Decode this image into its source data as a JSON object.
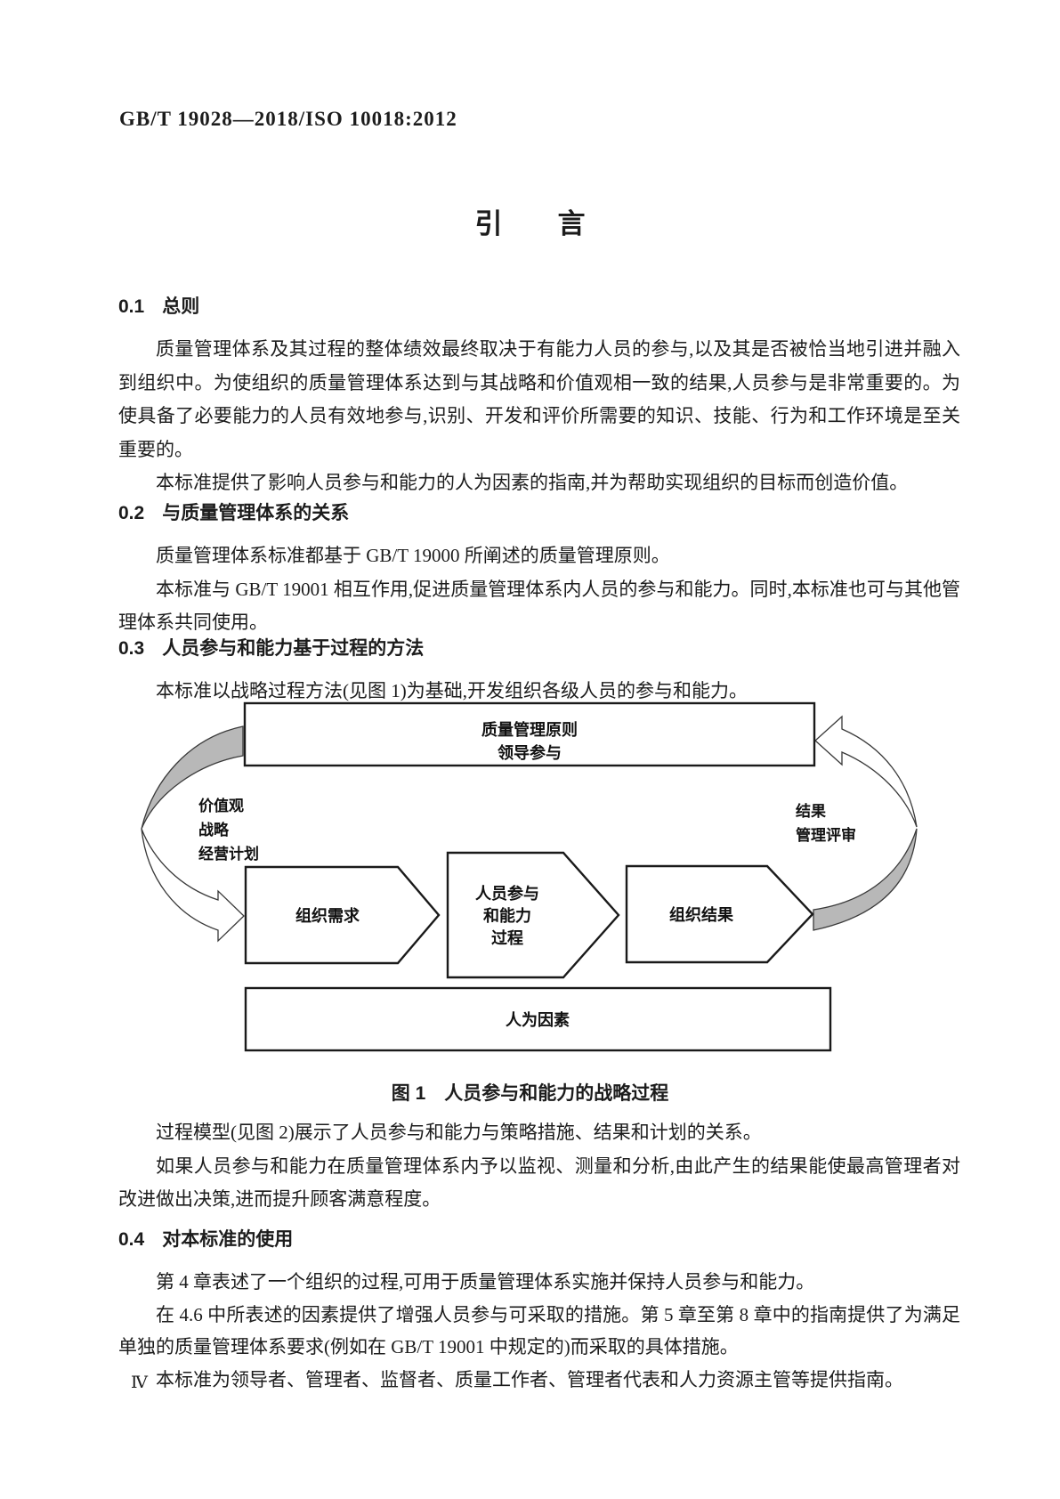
{
  "page": {
    "header_code": "GB/T 19028—2018/ISO 10018:2012",
    "title": "引　　言",
    "page_number": "Ⅳ"
  },
  "sections": [
    {
      "number": "0.1",
      "title": "总则",
      "paras": [
        "质量管理体系及其过程的整体绩效最终取决于有能力人员的参与,以及其是否被恰当地引进并融入到组织中。为使组织的质量管理体系达到与其战略和价值观相一致的结果,人员参与是非常重要的。为使具备了必要能力的人员有效地参与,识别、开发和评价所需要的知识、技能、行为和工作环境是至关重要的。",
        "本标准提供了影响人员参与和能力的人为因素的指南,并为帮助实现组织的目标而创造价值。"
      ]
    },
    {
      "number": "0.2",
      "title": "与质量管理体系的关系",
      "paras": [
        "质量管理体系标准都基于 GB/T 19000 所阐述的质量管理原则。",
        "本标准与 GB/T 19001 相互作用,促进质量管理体系内人员的参与和能力。同时,本标准也可与其他管理体系共同使用。"
      ]
    },
    {
      "number": "0.3",
      "title": "人员参与和能力基于过程的方法",
      "paras": [
        "本标准以战略过程方法(见图 1)为基础,开发组织各级人员的参与和能力。",
        "过程模型(见图 2)展示了人员参与和能力与策略措施、结果和计划的关系。",
        "如果人员参与和能力在质量管理体系内予以监视、测量和分析,由此产生的结果能使最高管理者对改进做出决策,进而提升顾客满意程度。"
      ]
    },
    {
      "number": "0.4",
      "title": "对本标准的使用",
      "paras": [
        "第 4 章表述了一个组织的过程,可用于质量管理体系实施并保持人员参与和能力。",
        "在 4.6 中所表述的因素提供了增强人员参与可采取的措施。第 5 章至第 8 章中的指南提供了为满足单独的质量管理体系要求(例如在 GB/T 19001 中规定的)而采取的具体措施。",
        "本标准为领导者、管理者、监督者、质量工作者、管理者代表和人力资源主管等提供指南。"
      ]
    }
  ],
  "figure": {
    "caption": "图 1　人员参与和能力的战略过程",
    "top_box_line1": "质量管理原则",
    "top_box_line2": "领导参与",
    "left_labels": [
      "价值观",
      "战略",
      "经营计划"
    ],
    "right_labels": [
      "结果",
      "管理评审"
    ],
    "box_needs": "组织需求",
    "box_process_line1": "人员参与",
    "box_process_line2": "和能力",
    "box_process_line3": "过程",
    "box_results": "组织结果",
    "bottom_box": "人为因素",
    "arrow_gray": "#b8b8b8",
    "line_color": "#1a1a1a"
  }
}
